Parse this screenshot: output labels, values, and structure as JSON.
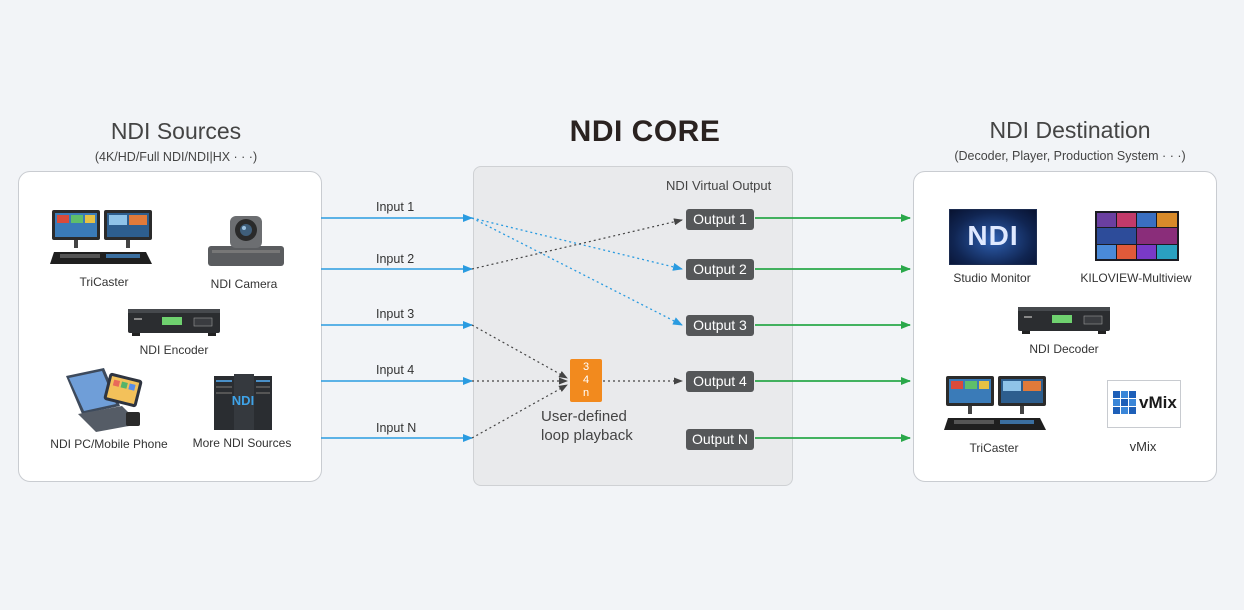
{
  "sources": {
    "title": "NDI Sources",
    "subtitle": "(4K/HD/Full NDI/NDI|HX · · ·)",
    "devices": [
      {
        "label": "TriCaster"
      },
      {
        "label": "NDI Camera"
      },
      {
        "label": "NDI Encoder"
      },
      {
        "label": "NDI PC/Mobile Phone"
      },
      {
        "label": "More NDI Sources",
        "logo_text": "NDI"
      }
    ]
  },
  "core": {
    "title": "NDI CORE",
    "virtual_output_label": "NDI Virtual Output",
    "inputs": [
      "Input 1",
      "Input 2",
      "Input 3",
      "Input 4",
      "Input N"
    ],
    "outputs": [
      "Output 1",
      "Output 2",
      "Output 3",
      "Output 4",
      "Output N"
    ],
    "loop": {
      "box_lines": [
        "3",
        "4",
        "n"
      ],
      "caption_line1": "User-defined",
      "caption_line2": "loop playback"
    },
    "connections": [
      {
        "from": "Input 1",
        "to": "Output 2",
        "style": "dotted-blue"
      },
      {
        "from": "Input 1",
        "to": "Output 3",
        "style": "dotted-blue"
      },
      {
        "from": "Input 2",
        "to": "Output 1",
        "style": "dotted-dark"
      },
      {
        "from": "Input 3",
        "to": "loop",
        "style": "dotted-dark"
      },
      {
        "from": "Input 4",
        "to": "loop",
        "style": "dotted-dark"
      },
      {
        "from": "Input N",
        "to": "loop",
        "style": "dotted-dark"
      },
      {
        "from": "loop",
        "to": "Output 4",
        "style": "dotted-dark"
      }
    ]
  },
  "destination": {
    "title": "NDI Destination",
    "subtitle": "(Decoder, Player, Production System · · ·)",
    "devices": [
      {
        "label": "Studio Monitor",
        "logo_text": "NDI"
      },
      {
        "label": "KILOVIEW-Multiview"
      },
      {
        "label": "NDI Decoder"
      },
      {
        "label": "TriCaster"
      },
      {
        "label": "vMix",
        "logo_text": "vMix"
      }
    ]
  },
  "colors": {
    "input_arrow": "#2a9be0",
    "output_arrow": "#2aa84a",
    "loop_orange": "#f28a1e",
    "output_button": "#555759"
  }
}
